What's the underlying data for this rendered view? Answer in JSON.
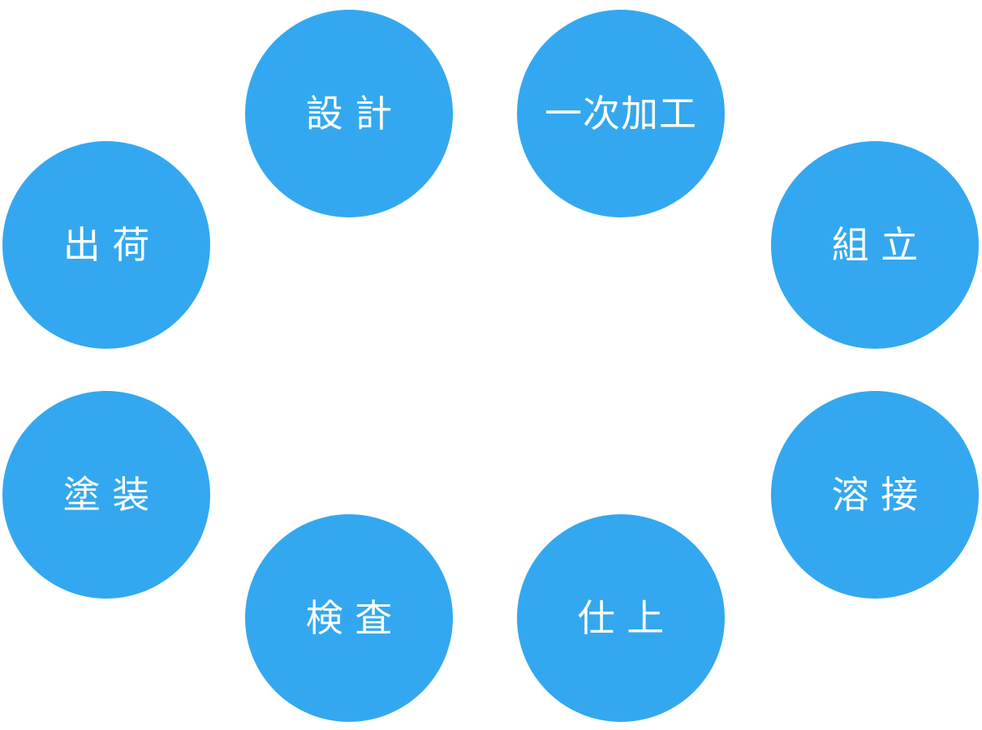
{
  "process_cycle": {
    "node_color": "#33a8f0",
    "text_color": "#ffffff",
    "steps": [
      {
        "id": "design",
        "label": "設 計"
      },
      {
        "id": "primary-processing",
        "label": "一次加工"
      },
      {
        "id": "assembly",
        "label": "組 立"
      },
      {
        "id": "welding",
        "label": "溶 接"
      },
      {
        "id": "finishing",
        "label": "仕 上"
      },
      {
        "id": "inspection",
        "label": "検 査"
      },
      {
        "id": "painting",
        "label": "塗 装"
      },
      {
        "id": "shipping",
        "label": "出 荷"
      }
    ]
  }
}
